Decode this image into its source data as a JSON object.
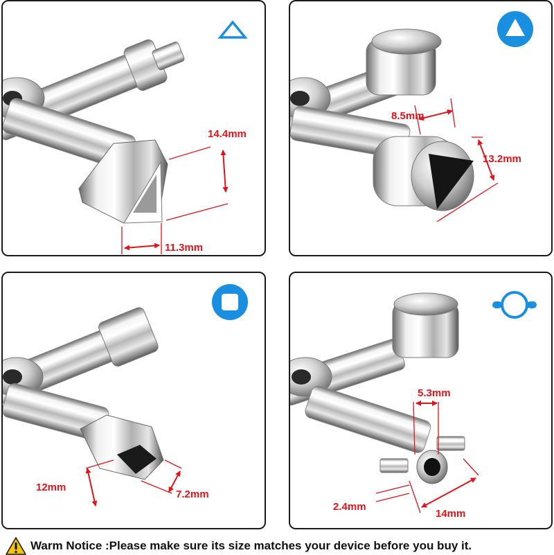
{
  "panels": [
    {
      "shape_icon": "triangle-outline-icon",
      "dimensions": [
        "14.4mm",
        "11.3mm"
      ]
    },
    {
      "shape_icon": "triangle-filled-icon",
      "dimensions": [
        "8.5mm",
        "13.2mm"
      ]
    },
    {
      "shape_icon": "square-icon",
      "dimensions": [
        "12mm",
        "7.2mm"
      ]
    },
    {
      "shape_icon": "circle-icon",
      "dimensions": [
        "5.3mm",
        "2.4mm",
        "14mm"
      ]
    }
  ],
  "notice": {
    "icon": "warning-icon",
    "text": "Warm Notice :Please make sure its size matches your device before you buy it."
  },
  "colors": {
    "dimension": "#e0141a",
    "icon_blue": "#1a8fe0",
    "border": "#1a1a1a",
    "warning": "#f5c400"
  }
}
